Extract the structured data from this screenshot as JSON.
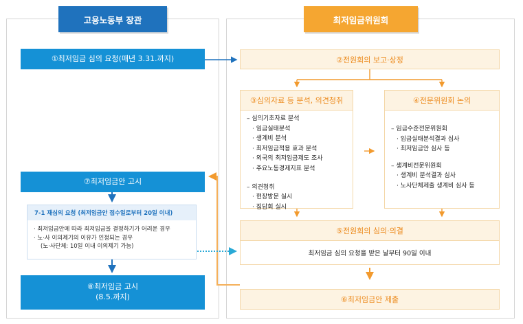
{
  "left_panel": {
    "header": "고용노동부 장관",
    "step1": "①최저임금 심의 요청(매년 3.31.까지)",
    "step7": "⑦최저임금안 고시",
    "reconsider": {
      "title": "7-1 재심의 요청 (최저임금안 접수일로부터 20일 이내)",
      "line1": "최저임금안에 따라 최저임금을 결정하기가 어려운 경우",
      "line2": "노·사 이의제기의 이유가 인정되는 경우",
      "line3": "(노·사단체: 10일 이내 이의제기 가능)",
      "bullet": "·"
    },
    "step8_line1": "⑧최저임금 고시",
    "step8_line2": "(8.5.까지)"
  },
  "right_panel": {
    "header": "최저임금위원회",
    "step2": "②전원회의 보고·상정",
    "step3": {
      "title": "③심의자료 등 분석, 의견청취",
      "group1_title": "심의기초자료 분석",
      "group1_items": [
        "임금실태분석",
        "생계비 분석",
        "최저임금적용 효과 분석",
        "외국의 최저임금제도 조사",
        "주요노동경제지표 분석"
      ],
      "group2_title": "의견청취",
      "group2_items": [
        "현장방문 실시",
        "집담회 실시"
      ]
    },
    "step4": {
      "title": "④전문위원회 논의",
      "group1_title": "임금수준전문위원회",
      "group1_items": [
        "임금실태분석결과 심사",
        "최저임금안 심사 등"
      ],
      "group2_title": "생계비전문위원회",
      "group2_items": [
        "생계비 분석결과 심사",
        "노사단체제출 생계비 심사 등"
      ]
    },
    "step5": {
      "title": "⑤전원회의 심의·의결",
      "body": "최저임금 심의 요청을 받은 날부터 90일 이내"
    },
    "step6": "⑥최저임금안 제출"
  },
  "colors": {
    "blue_header": "#1f72bd",
    "blue_box": "#1591d6",
    "orange_header": "#f5a631",
    "orange_fill": "#fdf3e2",
    "orange_text": "#ec8a1c"
  },
  "symbols": {
    "dash": "–",
    "dot": "·"
  }
}
